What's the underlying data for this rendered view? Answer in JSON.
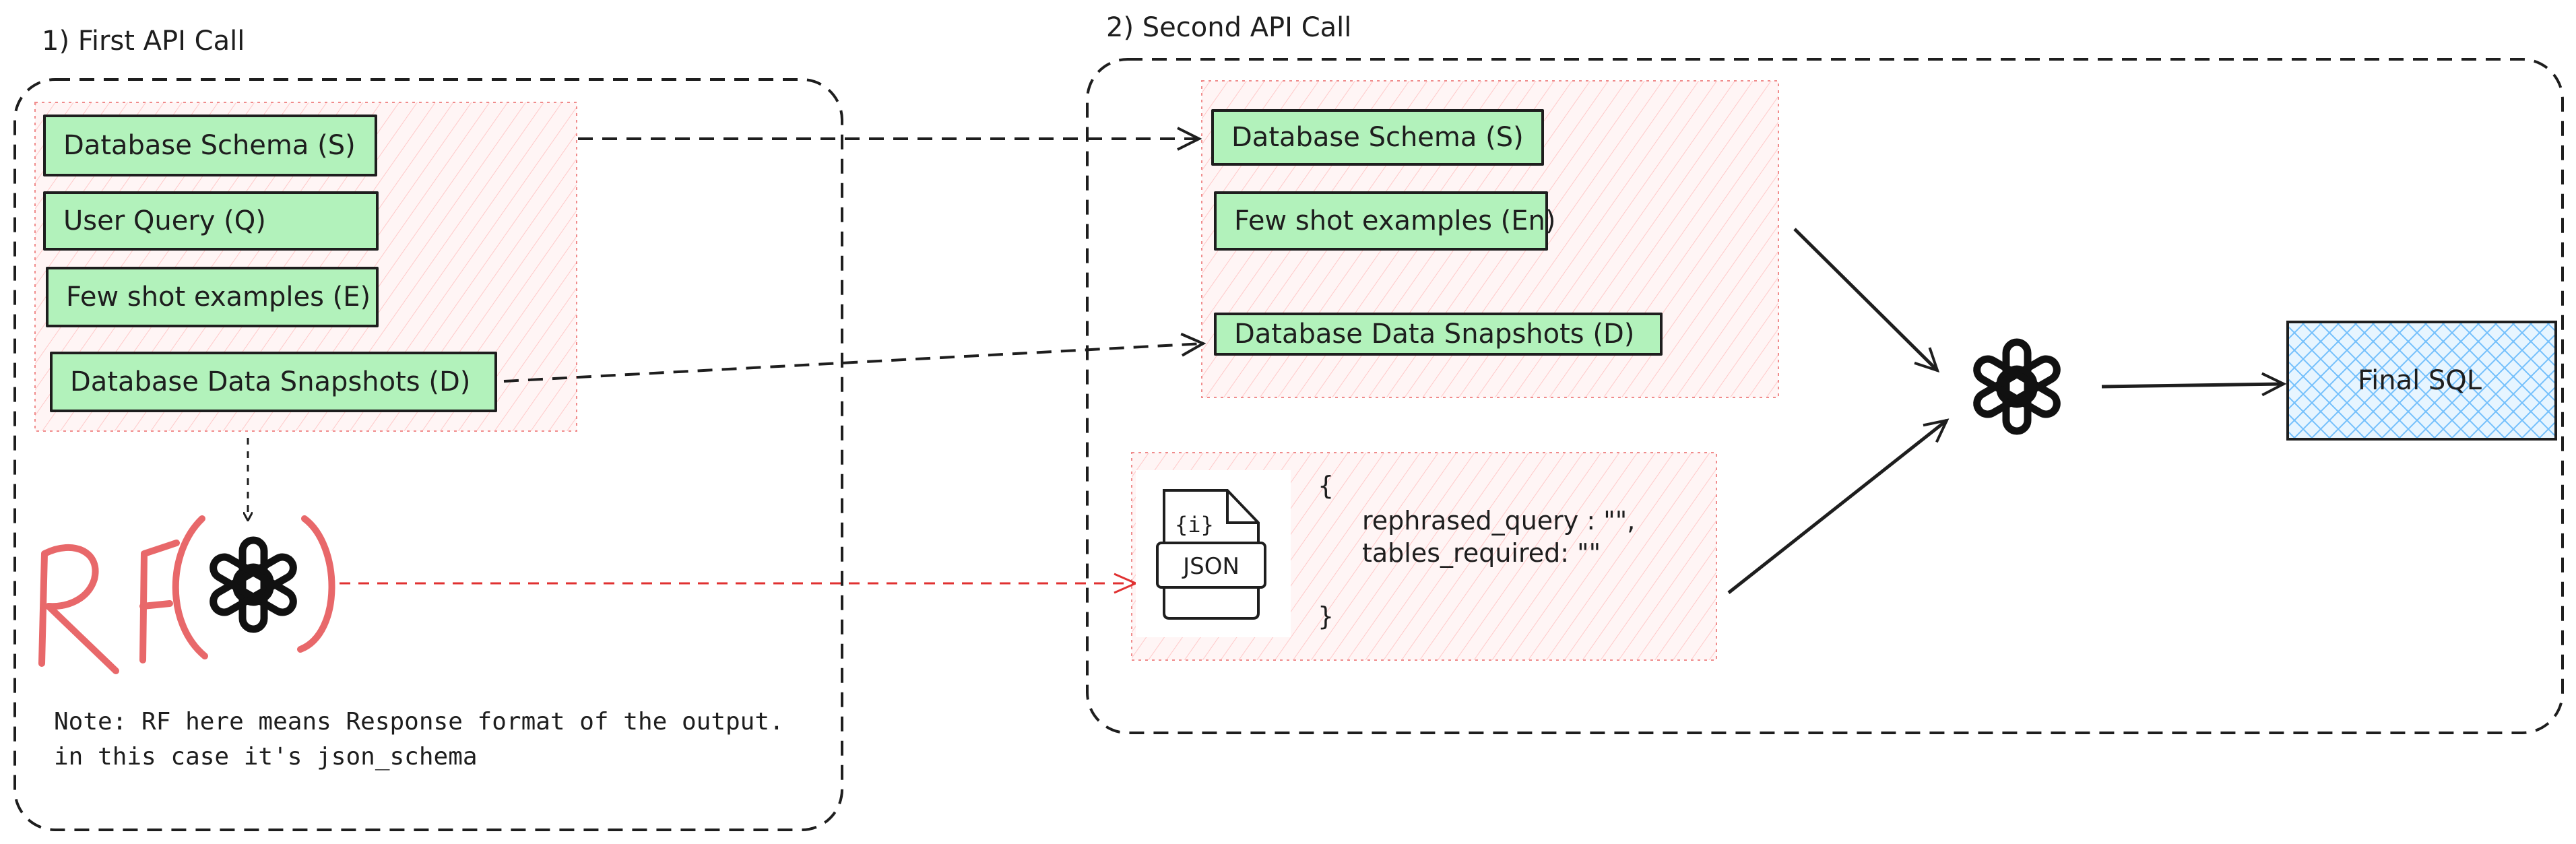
{
  "sections": {
    "first_call_title": "1) First API Call",
    "second_call_title": "2) Second API Call"
  },
  "first_call": {
    "inputs": [
      "Database Schema (S)",
      "User Query (Q)",
      "Few shot examples (E)",
      "Database Data Snapshots (D)"
    ],
    "rf_label": "RF",
    "note_line1": "Note: RF here means Response format of the output.",
    "note_line2": "in this case it's json_schema"
  },
  "second_call": {
    "inputs": [
      "Database Schema (S)",
      "Few shot examples (En)",
      "Database Data Snapshots (D)"
    ],
    "json_icon_tag": "{i}",
    "json_icon_label": "JSON",
    "json_open": "{",
    "json_line1": "rephrased_query : \"\",",
    "json_line2": "tables_required: \"\"",
    "json_close": "}",
    "output": "Final SQL"
  },
  "colors": {
    "chip_fill": "#b2f2bb",
    "panel_fill": "#ffe3e3",
    "rf_red": "#e03131",
    "final_fill": "#a5d8ff",
    "stroke": "#1e1e1e"
  },
  "icons": [
    "openai-logo-icon",
    "json-file-icon"
  ]
}
